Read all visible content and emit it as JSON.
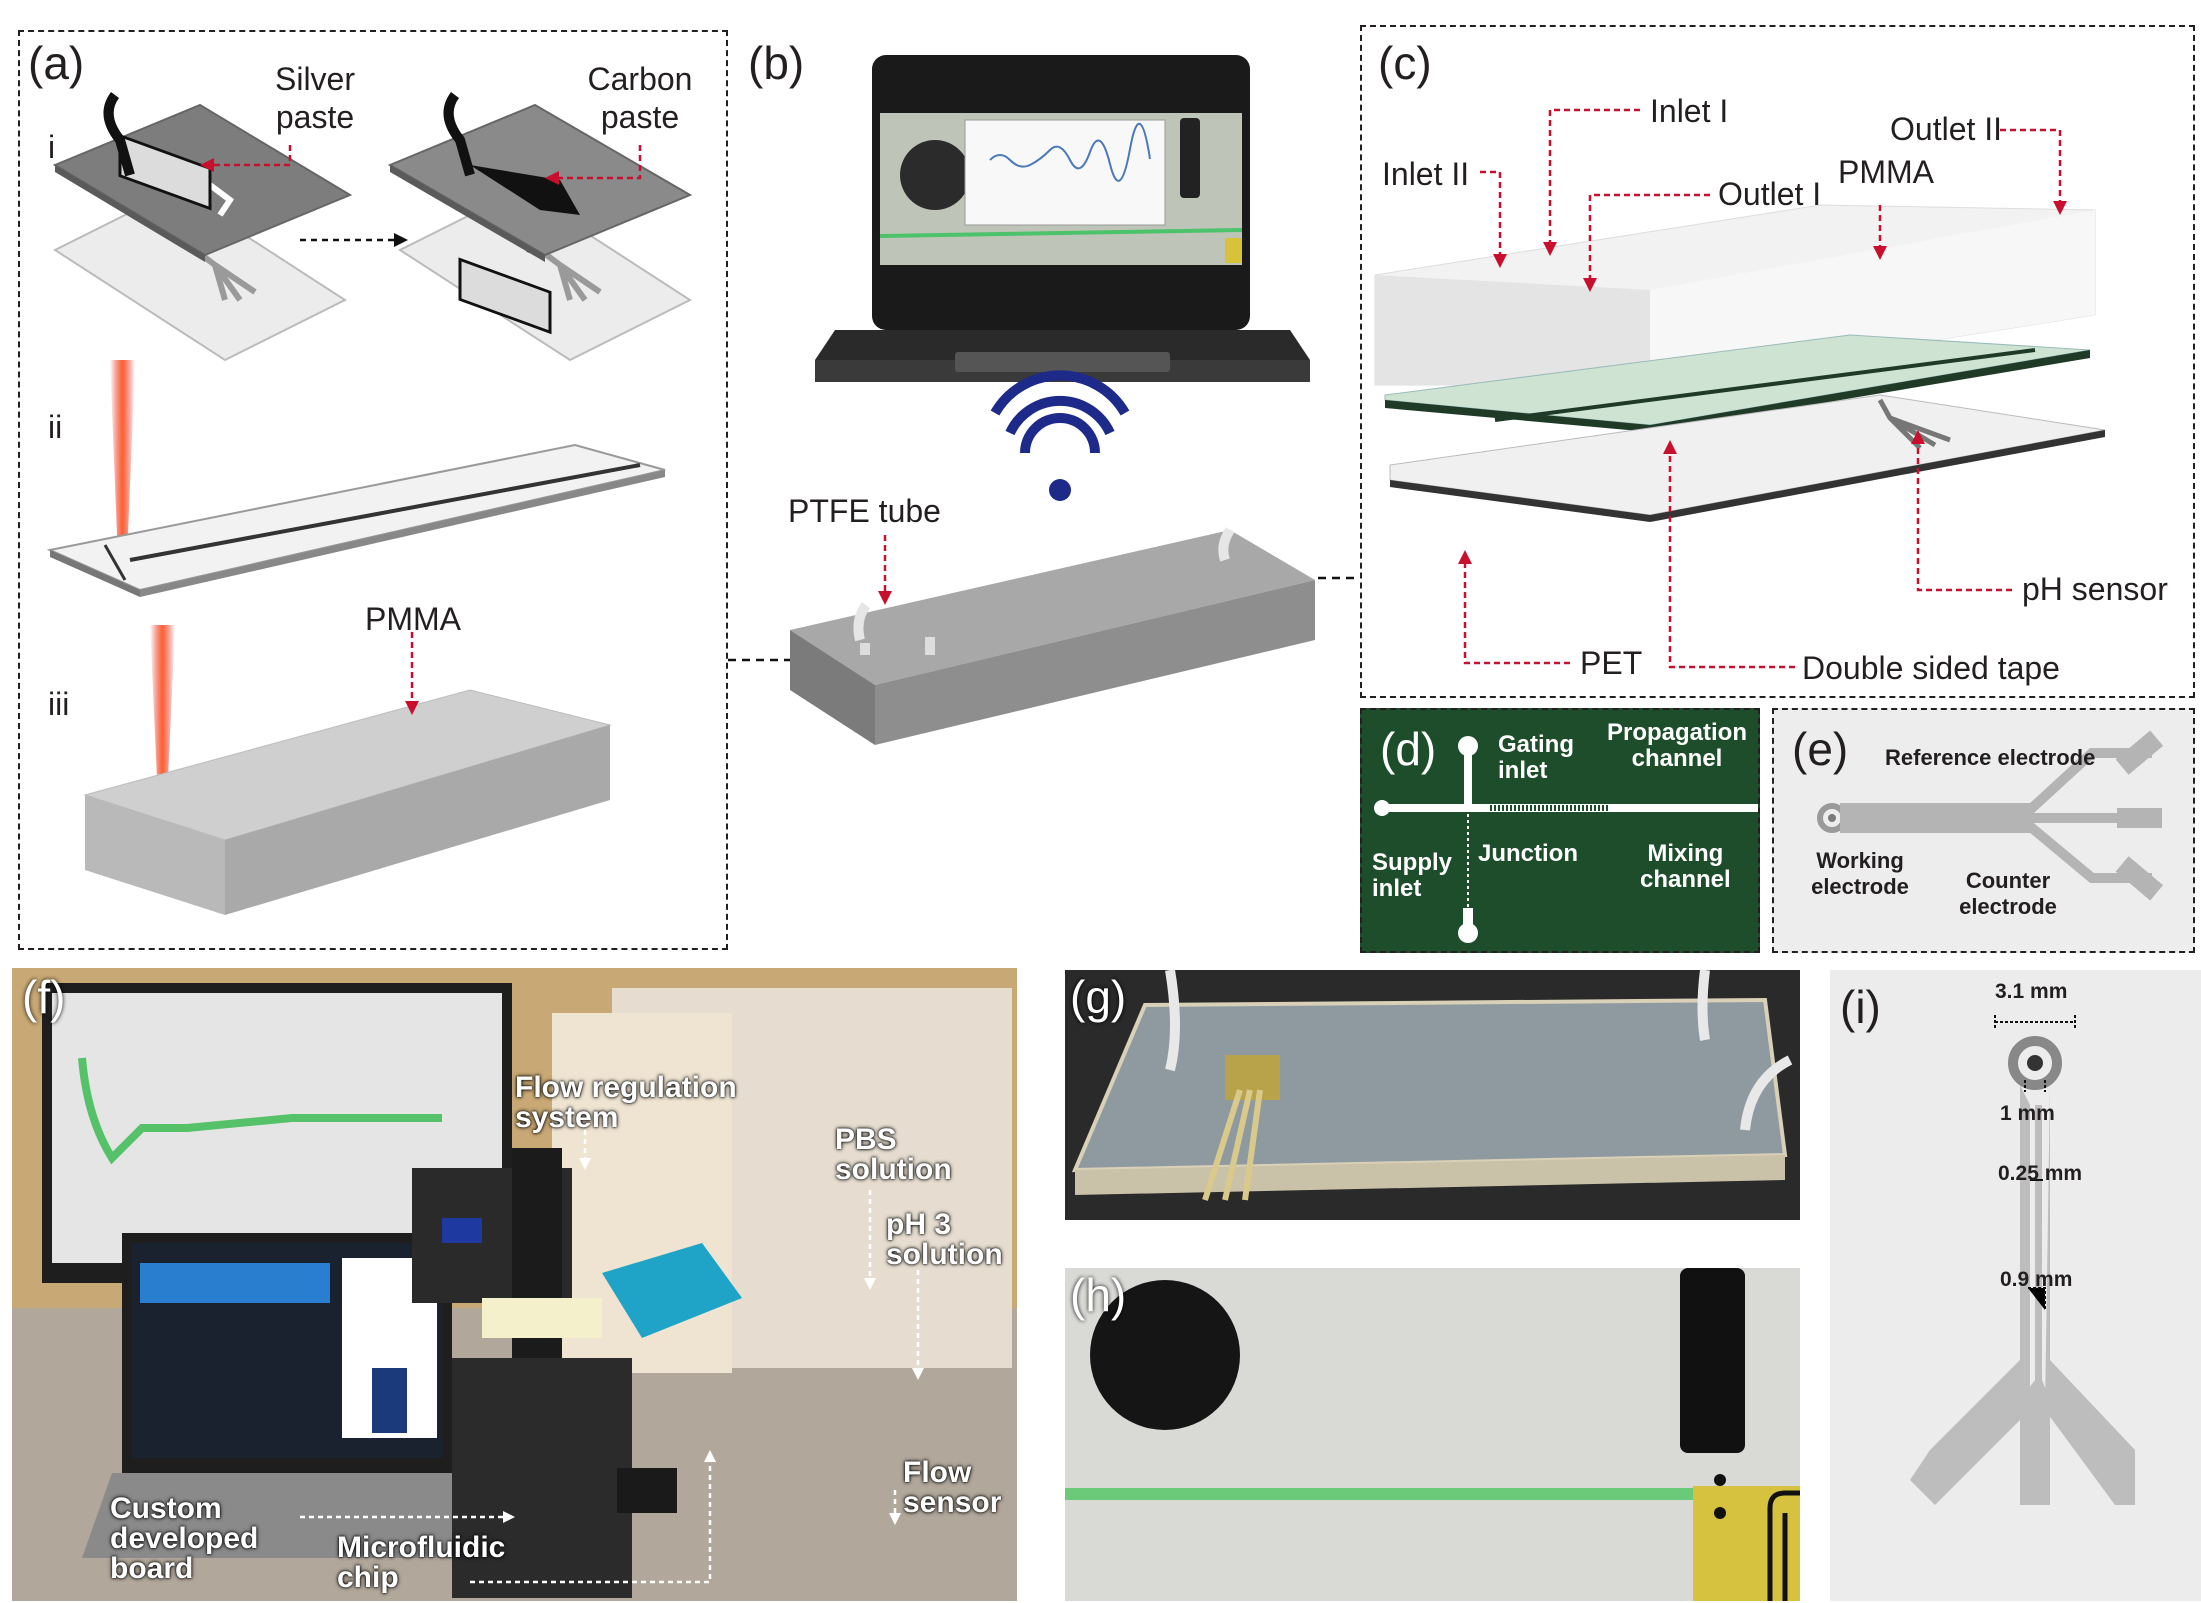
{
  "panels": {
    "a": {
      "letter": "(a)",
      "steps": [
        "i",
        "ii",
        "iii"
      ],
      "silver": "Silver\npaste",
      "carbon": "Carbon\npaste",
      "pmma": "PMMA"
    },
    "b": {
      "letter": "(b)",
      "ptfe": "PTFE tube"
    },
    "c": {
      "letter": "(c)",
      "inlet2": "Inlet II",
      "inlet1": "Inlet I",
      "outlet1": "Outlet I",
      "outlet2": "Outlet II",
      "pmma": "PMMA",
      "ph_sensor": "pH sensor",
      "pet": "PET",
      "tape": "Double sided tape"
    },
    "d": {
      "letter": "(d)",
      "gating": "Gating\ninlet",
      "propagation": "Propagation\nchannel",
      "supply": "Supply\ninlet",
      "junction": "Junction",
      "mixing": "Mixing\nchannel"
    },
    "e": {
      "letter": "(e)",
      "reference": "Reference electrode",
      "working": "Working\nelectrode",
      "counter": "Counter\nelectrode"
    },
    "f": {
      "letter": "(f)",
      "flow_reg": "Flow regulation\nsystem",
      "pbs": "PBS\nsolution",
      "ph3": "pH 3\nsolution",
      "flow_sensor": "Flow\nsensor",
      "custom_board": "Custom\ndeveloped\nboard",
      "chip": "Microfluidic\nchip"
    },
    "g": {
      "letter": "(g)"
    },
    "h": {
      "letter": "(h)"
    },
    "i": {
      "letter": "(i)",
      "d1": "3.1 mm",
      "d2": "1 mm",
      "d3": "0.25 mm",
      "d4": "0.9 mm"
    }
  },
  "colors": {
    "arrow_red": "#c8102e",
    "green_board": "#1d4d2b",
    "outline": "#231f20",
    "flow_green": "#4cc26a"
  }
}
